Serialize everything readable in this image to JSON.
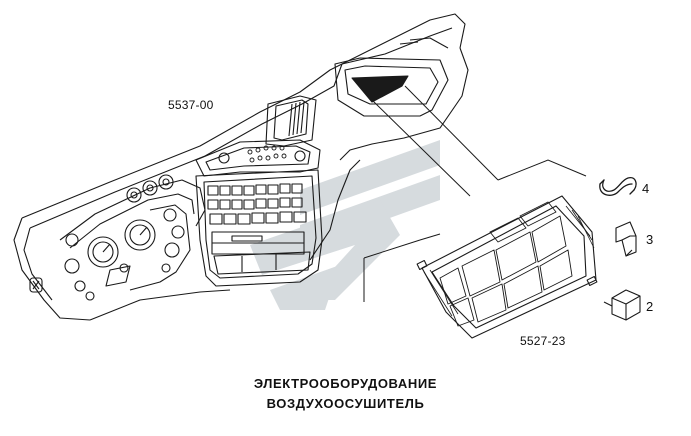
{
  "labels": {
    "dashboard_part": "5537-00",
    "fuse_block_part": "5527-23",
    "callout_2": "2",
    "callout_3": "3",
    "callout_4": "4"
  },
  "title": {
    "line1": "ЭЛЕКТРООБОРУДОВАНИЕ",
    "line2": "ВОЗДУХООСУШИТЕЛЬ"
  },
  "colors": {
    "ink": "#1a1a1a",
    "watermark": "#c9cfd4"
  }
}
